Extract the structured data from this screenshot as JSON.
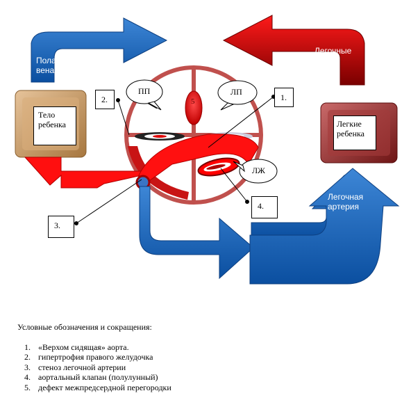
{
  "labels": {
    "vena_cava": "Полая вена",
    "pulmonary_veins": "Легочные вены",
    "pulmonary_artery": "Легочная артерия",
    "body": "Тело ребенка",
    "lungs": "Легкие ребенка",
    "right_atrium": "ПП",
    "left_atrium": "ЛП",
    "left_ventricle": "ЛЖ",
    "septum_num": "5"
  },
  "callouts": [
    "1.",
    "2.",
    "3.",
    "4."
  ],
  "legend": {
    "title": "Условные обозначения и сокращения:",
    "items": [
      "«Верхом сидящая» аорта.",
      "гипертрофия правого желудочка",
      "стеноз легочной артерии",
      "аортальный клапан (полулунный)",
      "дефект межпредсердной перегородки"
    ]
  },
  "colors": {
    "venous": "#1565c0",
    "arterial": "#ff1010",
    "heart_outline": "#c0504d",
    "dark_red": "#8b0000",
    "tan": "#c49a6c"
  }
}
